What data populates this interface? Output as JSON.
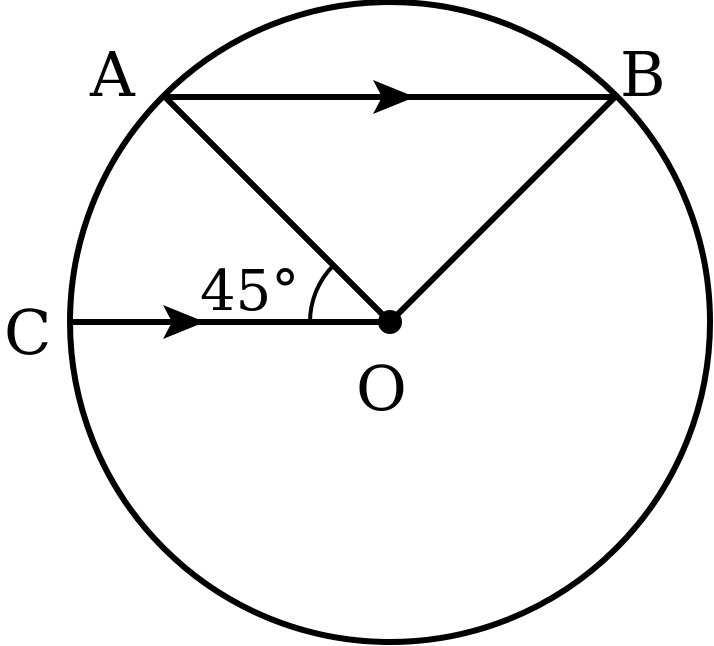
{
  "figure": {
    "points": {
      "A": "A",
      "B": "B",
      "C": "C",
      "O": "O"
    },
    "angle_label": "45°",
    "stroke_color": "#000000",
    "background": "#ffffff"
  }
}
